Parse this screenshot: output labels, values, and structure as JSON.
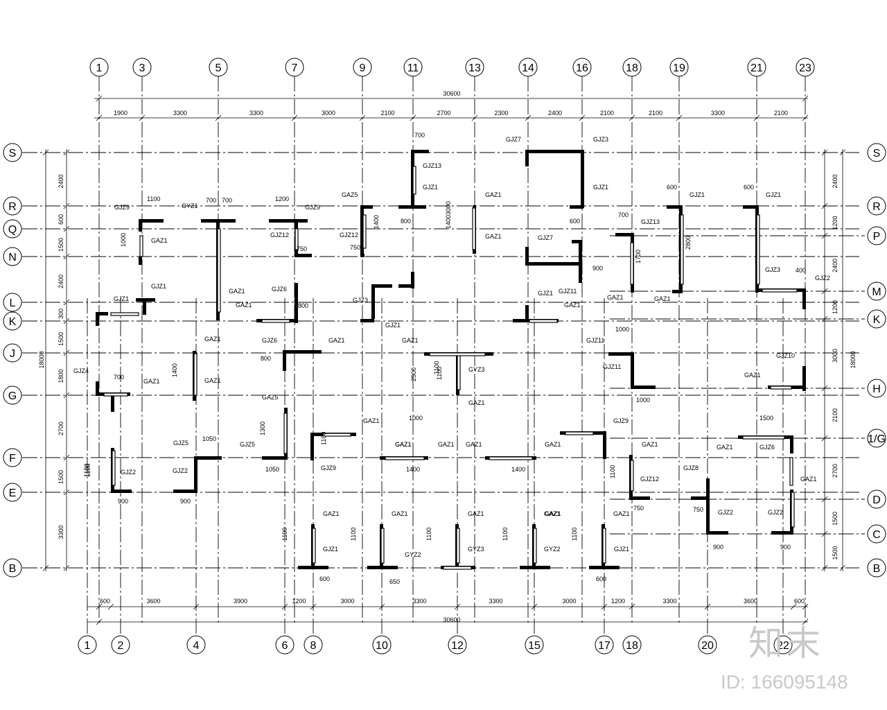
{
  "drawing": {
    "top_axes": [
      "1",
      "3",
      "5",
      "7",
      "9",
      "11",
      "13",
      "14",
      "16",
      "18",
      "19",
      "21",
      "23"
    ],
    "bottom_axes": [
      "1",
      "2",
      "4",
      "6",
      "8",
      "10",
      "12",
      "15",
      "17",
      "18",
      "20",
      "22"
    ],
    "left_axes": [
      "S",
      "R",
      "Q",
      "N",
      "L",
      "K",
      "J",
      "G",
      "F",
      "E",
      "B"
    ],
    "right_axes": [
      "S",
      "R",
      "P",
      "M",
      "K",
      "H",
      "1/G",
      "D",
      "C",
      "B"
    ],
    "top_total": "30600",
    "top_dims": [
      "1900",
      "3300",
      "3300",
      "3000",
      "2100",
      "2700",
      "2300",
      "2400",
      "2100",
      "2100",
      "3300",
      "2100"
    ],
    "bottom_total": "30600",
    "bottom_dims": [
      "600",
      "3600",
      "3900",
      "1200",
      "3000",
      "3300",
      "3300",
      "3000",
      "1200",
      "3300",
      "3600",
      "600"
    ],
    "left_total": "18000",
    "left_dims": [
      "2400",
      "600",
      "1500",
      "2400",
      "300",
      "1500",
      "1800",
      "2700",
      "1500",
      "3300"
    ],
    "right_total": "18000",
    "right_dims": [
      "2400",
      "1200",
      "2400",
      "1200",
      "3000",
      "2100",
      "2700",
      "1500",
      "1500"
    ]
  },
  "labels": [
    {
      "id": "l1",
      "text": "GJZ9"
    },
    {
      "id": "l2",
      "text": "1100"
    },
    {
      "id": "l3",
      "text": "GAZ1"
    },
    {
      "id": "l4",
      "text": "1000"
    },
    {
      "id": "l5",
      "text": "GYZ1"
    },
    {
      "id": "l6",
      "text": "700"
    },
    {
      "id": "l7",
      "text": "700"
    },
    {
      "id": "l8",
      "text": "GAZ1"
    },
    {
      "id": "l9",
      "text": "1200"
    },
    {
      "id": "l10",
      "text": "GJZ9"
    },
    {
      "id": "l11",
      "text": "GJZ12"
    },
    {
      "id": "l12",
      "text": "750"
    },
    {
      "id": "l13",
      "text": "GAZ5"
    },
    {
      "id": "l14",
      "text": "GJZ12"
    },
    {
      "id": "l15",
      "text": "1400"
    },
    {
      "id": "l16",
      "text": "750"
    },
    {
      "id": "l17",
      "text": "700"
    },
    {
      "id": "l18",
      "text": "GJZ13"
    },
    {
      "id": "l19",
      "text": "GJZ1"
    },
    {
      "id": "l20",
      "text": "800"
    },
    {
      "id": "l21",
      "text": "GAZ1"
    },
    {
      "id": "l22",
      "text": "GAZ1"
    },
    {
      "id": "l23",
      "text": "3000"
    },
    {
      "id": "l24",
      "text": "1400"
    },
    {
      "id": "l25",
      "text": "GJZ7"
    },
    {
      "id": "l26",
      "text": "GJZ3"
    },
    {
      "id": "l27",
      "text": "GJZ1"
    },
    {
      "id": "l28",
      "text": "600"
    },
    {
      "id": "l29",
      "text": "GJZ7"
    },
    {
      "id": "l30",
      "text": "GJZ1"
    },
    {
      "id": "l31",
      "text": "GJZ11"
    },
    {
      "id": "l32",
      "text": "GAZ1"
    },
    {
      "id": "l33",
      "text": "900"
    },
    {
      "id": "l34",
      "text": "700"
    },
    {
      "id": "l35",
      "text": "GJZ13"
    },
    {
      "id": "l36",
      "text": "GAZ1"
    },
    {
      "id": "l37",
      "text": "1700"
    },
    {
      "id": "l38",
      "text": "600"
    },
    {
      "id": "l39",
      "text": "GJZ1"
    },
    {
      "id": "l40",
      "text": "2800"
    },
    {
      "id": "l41",
      "text": "GAZ1"
    },
    {
      "id": "l42",
      "text": "600"
    },
    {
      "id": "l43",
      "text": "GJZ1"
    },
    {
      "id": "l44",
      "text": "GJZ3"
    },
    {
      "id": "l45",
      "text": "GJZ2"
    },
    {
      "id": "l46",
      "text": "400"
    },
    {
      "id": "l47",
      "text": "GJZ1"
    },
    {
      "id": "l48",
      "text": "GJZ1"
    },
    {
      "id": "l49",
      "text": "GAZ1"
    },
    {
      "id": "l50",
      "text": "GJZ6"
    },
    {
      "id": "l51",
      "text": "800"
    },
    {
      "id": "l52",
      "text": "GJZ3"
    },
    {
      "id": "l53",
      "text": "GJZ1"
    },
    {
      "id": "l54",
      "text": "GAZ1"
    },
    {
      "id": "l55",
      "text": "GJZ6"
    },
    {
      "id": "l56",
      "text": "800"
    },
    {
      "id": "l57",
      "text": "GJZ4"
    },
    {
      "id": "l58",
      "text": "700"
    },
    {
      "id": "l59",
      "text": "GAZ1"
    },
    {
      "id": "l60",
      "text": "1400"
    },
    {
      "id": "l61",
      "text": "GAZ1"
    },
    {
      "id": "l62",
      "text": "GAZ1"
    },
    {
      "id": "l63",
      "text": "1100"
    },
    {
      "id": "l64",
      "text": "GAZ1"
    },
    {
      "id": "l65",
      "text": "GYZ3"
    },
    {
      "id": "l66",
      "text": "GAZ1"
    },
    {
      "id": "l67",
      "text": "2500"
    },
    {
      "id": "l68",
      "text": "1000"
    },
    {
      "id": "l69",
      "text": "GJZ11"
    },
    {
      "id": "l70",
      "text": "1000"
    },
    {
      "id": "l71",
      "text": "GJZ11"
    },
    {
      "id": "l72",
      "text": "1000"
    },
    {
      "id": "l73",
      "text": "GJZ10"
    },
    {
      "id": "l74",
      "text": "GAZ1"
    },
    {
      "id": "l75",
      "text": "GAZ5"
    },
    {
      "id": "l76",
      "text": "1300"
    },
    {
      "id": "l77",
      "text": "GAZ1"
    },
    {
      "id": "l78",
      "text": "1100"
    },
    {
      "id": "l79",
      "text": "GAZ1"
    },
    {
      "id": "l80",
      "text": "GJZ9"
    },
    {
      "id": "l81",
      "text": "1500"
    },
    {
      "id": "l82",
      "text": "GAZ1"
    },
    {
      "id": "l83",
      "text": "GJZ6"
    },
    {
      "id": "l84",
      "text": "GJZ5"
    },
    {
      "id": "l85",
      "text": "1050"
    },
    {
      "id": "l86",
      "text": "GJZ5"
    },
    {
      "id": "l87",
      "text": "1050"
    },
    {
      "id": "l88",
      "text": "GJZ9"
    },
    {
      "id": "l89",
      "text": "GAZ1"
    },
    {
      "id": "l90",
      "text": "1400"
    },
    {
      "id": "l91",
      "text": "GAZ1"
    },
    {
      "id": "l92",
      "text": "GAZ1"
    },
    {
      "id": "l93",
      "text": "1400"
    },
    {
      "id": "l94",
      "text": "GAZ1"
    },
    {
      "id": "l95",
      "text": "GAZ1"
    },
    {
      "id": "l96",
      "text": "GJZ12"
    },
    {
      "id": "l97",
      "text": "750"
    },
    {
      "id": "l98",
      "text": "GJZ2"
    },
    {
      "id": "l99",
      "text": "900"
    },
    {
      "id": "l100",
      "text": "GJZ2"
    },
    {
      "id": "l101",
      "text": "900"
    },
    {
      "id": "l102",
      "text": "GJZ8"
    },
    {
      "id": "l103",
      "text": "750"
    },
    {
      "id": "l104",
      "text": "GJZ2"
    },
    {
      "id": "l105",
      "text": "900"
    },
    {
      "id": "l106",
      "text": "GJZ2"
    },
    {
      "id": "l107",
      "text": "900"
    },
    {
      "id": "l108",
      "text": "GAZ1"
    },
    {
      "id": "l109",
      "text": "GAZ1"
    },
    {
      "id": "l110",
      "text": "GJZ1"
    },
    {
      "id": "l111",
      "text": "600"
    },
    {
      "id": "l112",
      "text": "GAZ1"
    },
    {
      "id": "l113",
      "text": "GYZ2"
    },
    {
      "id": "l114",
      "text": "650"
    },
    {
      "id": "l115",
      "text": "GAZ1"
    },
    {
      "id": "l116",
      "text": "GYZ3"
    },
    {
      "id": "l117",
      "text": "GAZ1"
    },
    {
      "id": "l118",
      "text": "GYZ2"
    },
    {
      "id": "l119",
      "text": "GAZ1"
    },
    {
      "id": "l120",
      "text": "GJZ1"
    },
    {
      "id": "l121",
      "text": "600"
    },
    {
      "id": "l122",
      "text": "1100"
    },
    {
      "id": "l123",
      "text": "1100"
    },
    {
      "id": "l124",
      "text": "1100"
    },
    {
      "id": "l125",
      "text": "1100"
    },
    {
      "id": "l126",
      "text": "1100"
    },
    {
      "id": "l127",
      "text": "GAZ1"
    },
    {
      "id": "l128",
      "text": "1100"
    },
    {
      "id": "l129",
      "text": "1100"
    },
    {
      "id": "l130",
      "text": "1100"
    },
    {
      "id": "l131",
      "text": "1100"
    }
  ],
  "watermark": {
    "logo": "知末",
    "id": "ID: 166095148"
  }
}
